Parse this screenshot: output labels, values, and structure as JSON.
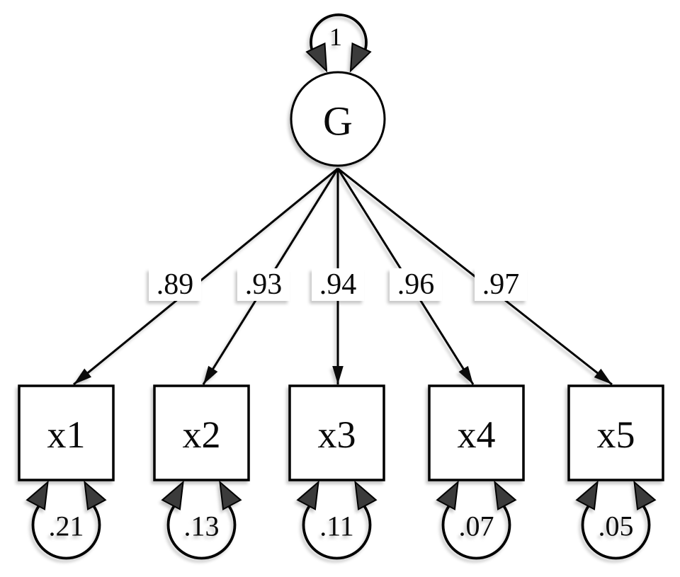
{
  "diagram_type": "confirmatory-factor-model-path-diagram",
  "latent_variable": {
    "label": "G",
    "variance": "1"
  },
  "indicators": [
    {
      "label": "x1",
      "loading": ".89",
      "error_variance": ".21"
    },
    {
      "label": "x2",
      "loading": ".93",
      "error_variance": ".13"
    },
    {
      "label": "x3",
      "loading": ".94",
      "error_variance": ".11"
    },
    {
      "label": "x4",
      "loading": ".96",
      "error_variance": ".07"
    },
    {
      "label": "x5",
      "loading": ".97",
      "error_variance": ".05"
    }
  ],
  "colors": {
    "stroke": "#000000",
    "arrowhead_fill": "#3b3b3b",
    "background": "#ffffff"
  }
}
